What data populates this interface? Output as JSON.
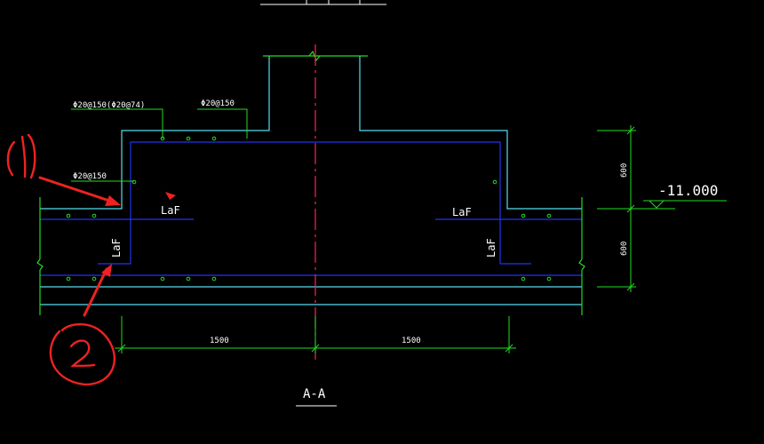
{
  "drawing": {
    "title": "A-A",
    "elevation": "-11.000",
    "dim_left": "1500",
    "dim_right": "1500",
    "dim_top": "600",
    "dim_bottom": "600",
    "rebar_label_1": "Φ20@150(Φ20@74)",
    "rebar_label_2": "Φ20@150",
    "rebar_label_3": "Φ20@150",
    "anchor_label": "LaF",
    "annotations": [
      "1",
      "2"
    ],
    "colors": {
      "background": "#000000",
      "concrete_outline": "#55ddee",
      "rebar": "#2233ee",
      "dimension": "#22dd22",
      "centerline": "#ff2255",
      "annotation": "#ee2222",
      "text": "#ffffff"
    }
  }
}
